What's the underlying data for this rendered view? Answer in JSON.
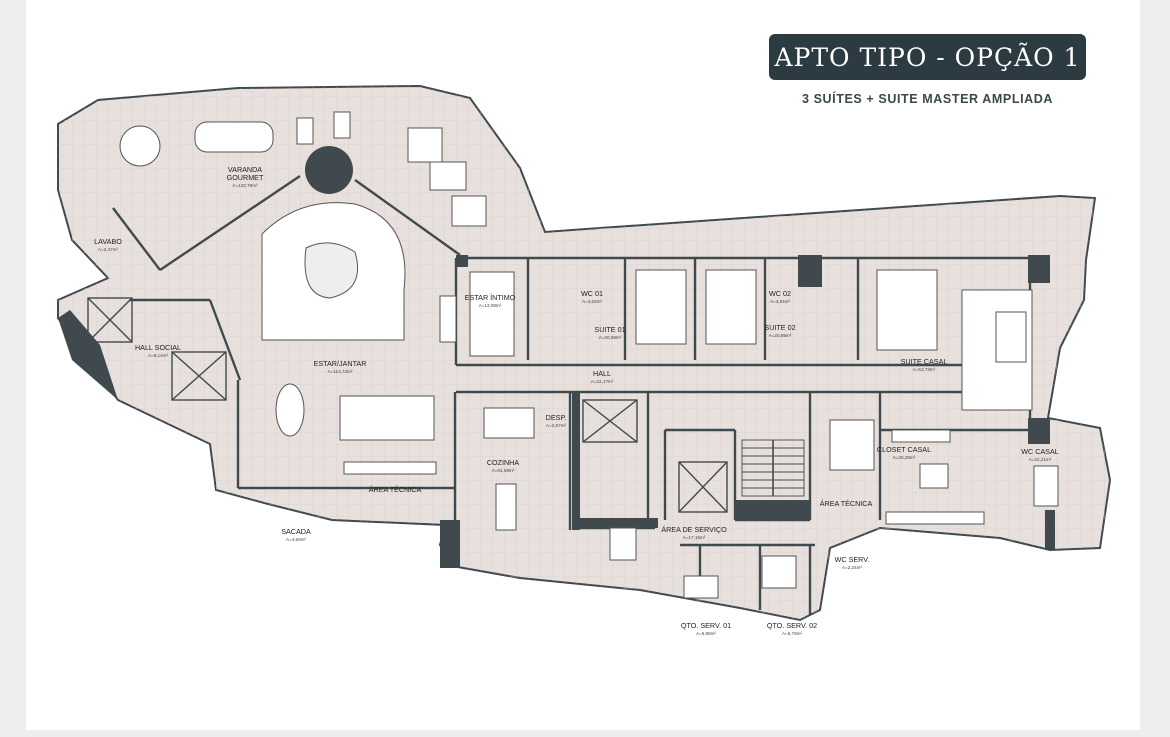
{
  "header": {
    "title": "APTO  TIPO - OPÇÃO 1",
    "subtitle": "3 SUÍTES + SUITE MASTER AMPLIADA"
  },
  "rooms": [
    {
      "key": "varanda",
      "lines": [
        "VARANDA",
        "GOURMET"
      ],
      "area": "A=133,79m²"
    },
    {
      "key": "lavabo",
      "lines": [
        "LAVABO"
      ],
      "area": "A=2,47m²"
    },
    {
      "key": "hall_social",
      "lines": [
        "HALL SOCIAL"
      ],
      "area": "A=8,14m²"
    },
    {
      "key": "estar_jantar",
      "lines": [
        "ESTAR/JANTAR"
      ],
      "area": "A=113,72m²"
    },
    {
      "key": "estar_intimo",
      "lines": [
        "ESTAR ÍNTIMO"
      ],
      "area": "A=13,09m²"
    },
    {
      "key": "wc01",
      "lines": [
        "WC 01"
      ],
      "area": "A=4,64m²"
    },
    {
      "key": "suite01",
      "lines": [
        "SUITE 01"
      ],
      "area": "A=20,69m²"
    },
    {
      "key": "wc02",
      "lines": [
        "WC 02"
      ],
      "area": "A=4,84m²"
    },
    {
      "key": "suite02",
      "lines": [
        "SUITE 02"
      ],
      "area": "A=20,89m²"
    },
    {
      "key": "suite_casal",
      "lines": [
        "SUITE CASAL"
      ],
      "area": "A=53,73m²"
    },
    {
      "key": "hall",
      "lines": [
        "HALL"
      ],
      "area": "A=22,17m²"
    },
    {
      "key": "desp",
      "lines": [
        "DESP."
      ],
      "area": "A=2,67m²"
    },
    {
      "key": "cozinha",
      "lines": [
        "COZINHA"
      ],
      "area": "A=64,69m²"
    },
    {
      "key": "area_tecnica_1",
      "lines": [
        "ÁREA TÉCNICA"
      ],
      "area": ""
    },
    {
      "key": "sacada",
      "lines": [
        "SACADA"
      ],
      "area": "A=4,50m²"
    },
    {
      "key": "closet_casal",
      "lines": [
        "CLOSET CASAL"
      ],
      "area": "A=25,26m²"
    },
    {
      "key": "wc_casal",
      "lines": [
        "WC CASAL"
      ],
      "area": "A=22,21m²"
    },
    {
      "key": "area_tecnica_2",
      "lines": [
        "ÁREA TÉCNICA"
      ],
      "area": ""
    },
    {
      "key": "area_servico",
      "lines": [
        "ÁREA DE SERVIÇO"
      ],
      "area": "A=17,15m²"
    },
    {
      "key": "wc_serv",
      "lines": [
        "WC SERV."
      ],
      "area": "A=2,24m²"
    },
    {
      "key": "qto_serv01",
      "lines": [
        "QTO. SERV. 01"
      ],
      "area": "A=5,98m²"
    },
    {
      "key": "qto_serv02",
      "lines": [
        "QTO. SERV. 02"
      ],
      "area": "A=5,79m²"
    }
  ],
  "colors": {
    "floor": "#e7e0dc",
    "wall": "#404a4e",
    "badge": "#2c3b42"
  }
}
